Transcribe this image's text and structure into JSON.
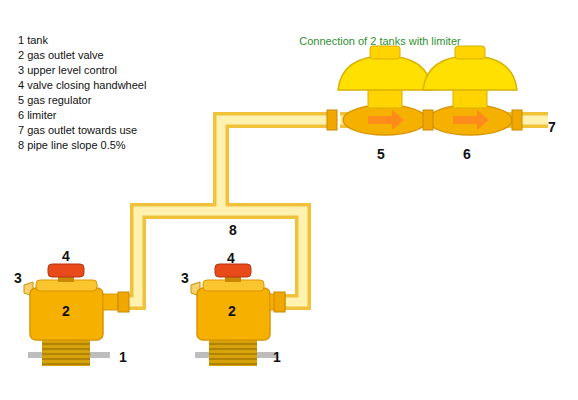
{
  "diagram": {
    "title": "Connection of 2 tanks with limiter",
    "labels": [
      "1 tank",
      "2 gas outlet valve",
      "3 upper level control",
      "4 valve closing handwheel",
      "5 gas regulator",
      "6 limiter",
      "7 gas outlet towards use",
      "8 pipe line slope 0.5%",
      "3",
      "4",
      "2",
      "1",
      "3",
      "4",
      "2",
      "1",
      "8",
      "5",
      "6",
      "7"
    ]
  }
}
